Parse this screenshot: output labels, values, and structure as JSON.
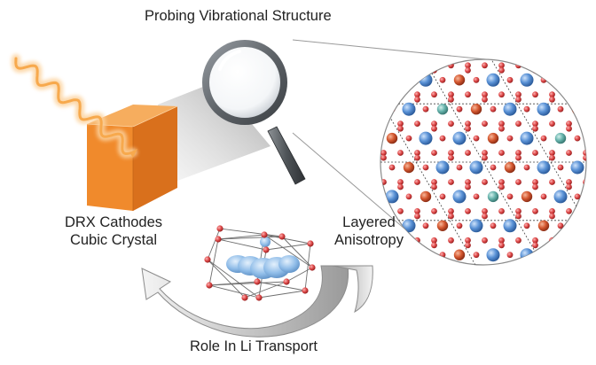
{
  "title": "Probing Vibrational Structure",
  "left_label": {
    "line1": "DRX Cathodes",
    "line2": "Cubic Crystal"
  },
  "right_label": {
    "line1": "Layered",
    "line2": "Anisotropy"
  },
  "bottom_label": "Role In Li Transport",
  "icons": {
    "light": "wavy-light-ray-icon",
    "cube": "cube-crystal-icon",
    "magnifier": "magnifying-glass-icon",
    "lattice": "atomic-lattice-icon",
    "cell": "unit-cell-icon",
    "arrows": "curved-arrow-icon"
  },
  "colors": {
    "cube_front": "#f08a2c",
    "cube_top": "#f6ad5e",
    "cube_side": "#d9701c",
    "light": "#f7a94d",
    "atom_blue": "#5a92d6",
    "atom_orange": "#d4572f",
    "atom_red": "#e04a4a",
    "atom_teal": "#66b3ac",
    "lithium_channel": "#8fbce8"
  }
}
